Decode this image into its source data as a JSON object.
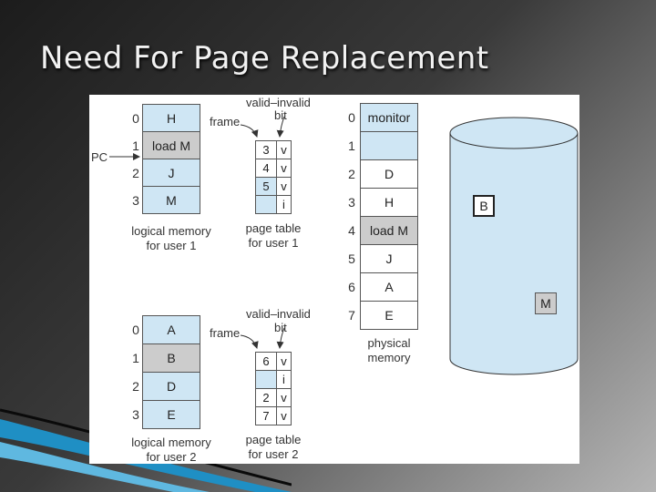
{
  "slide": {
    "title": "Need For Page Replacement"
  },
  "labels": {
    "frame": "frame",
    "valid_invalid": "valid–invalid",
    "bit": "bit",
    "pc": "PC"
  },
  "user1": {
    "indices": [
      "0",
      "1",
      "2",
      "3"
    ],
    "cells": [
      "H",
      "load M",
      "J",
      "M"
    ],
    "caption_line1": "logical memory",
    "caption_line2": "for user 1",
    "page_table": {
      "frames": [
        "3",
        "4",
        "5",
        ""
      ],
      "bits": [
        "v",
        "v",
        "v",
        "i"
      ],
      "caption_line1": "page table",
      "caption_line2": "for user 1"
    }
  },
  "user2": {
    "indices": [
      "0",
      "1",
      "2",
      "3"
    ],
    "cells": [
      "A",
      "B",
      "D",
      "E"
    ],
    "caption_line1": "logical memory",
    "caption_line2": "for user 2",
    "page_table": {
      "frames": [
        "6",
        "",
        "2",
        "7"
      ],
      "bits": [
        "v",
        "i",
        "v",
        "v"
      ],
      "caption_line1": "page table",
      "caption_line2": "for user 2"
    }
  },
  "physical": {
    "indices": [
      "0",
      "1",
      "2",
      "3",
      "4",
      "5",
      "6",
      "7"
    ],
    "cells": [
      "monitor",
      "",
      "D",
      "H",
      "load M",
      "J",
      "A",
      "E"
    ],
    "caption_line1": "physical",
    "caption_line2": "memory"
  },
  "disk": {
    "items": [
      "B",
      "M"
    ]
  }
}
